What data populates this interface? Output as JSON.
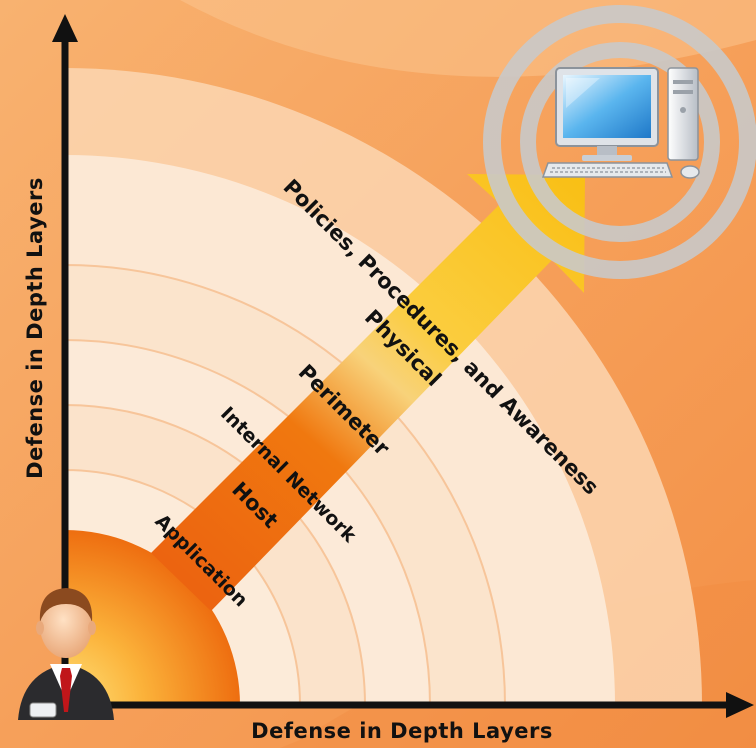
{
  "axes": {
    "x_title": "Defense in Depth Layers",
    "y_title": "Defense in Depth Layers"
  },
  "layers": [
    {
      "label": "Application"
    },
    {
      "label": "Host"
    },
    {
      "label": "Internal Network"
    },
    {
      "label": "Perimeter"
    },
    {
      "label": "Physical"
    },
    {
      "label": "Policies, Procedures, and Awareness"
    }
  ],
  "icons": {
    "person": "user-icon",
    "target": "computer-icon"
  },
  "colors": {
    "background": "#f6a25c",
    "arrow_inner": "#ee6d10",
    "arrow_outer": "#f8c11a",
    "core": "#f07b12",
    "axis": "#111111"
  }
}
